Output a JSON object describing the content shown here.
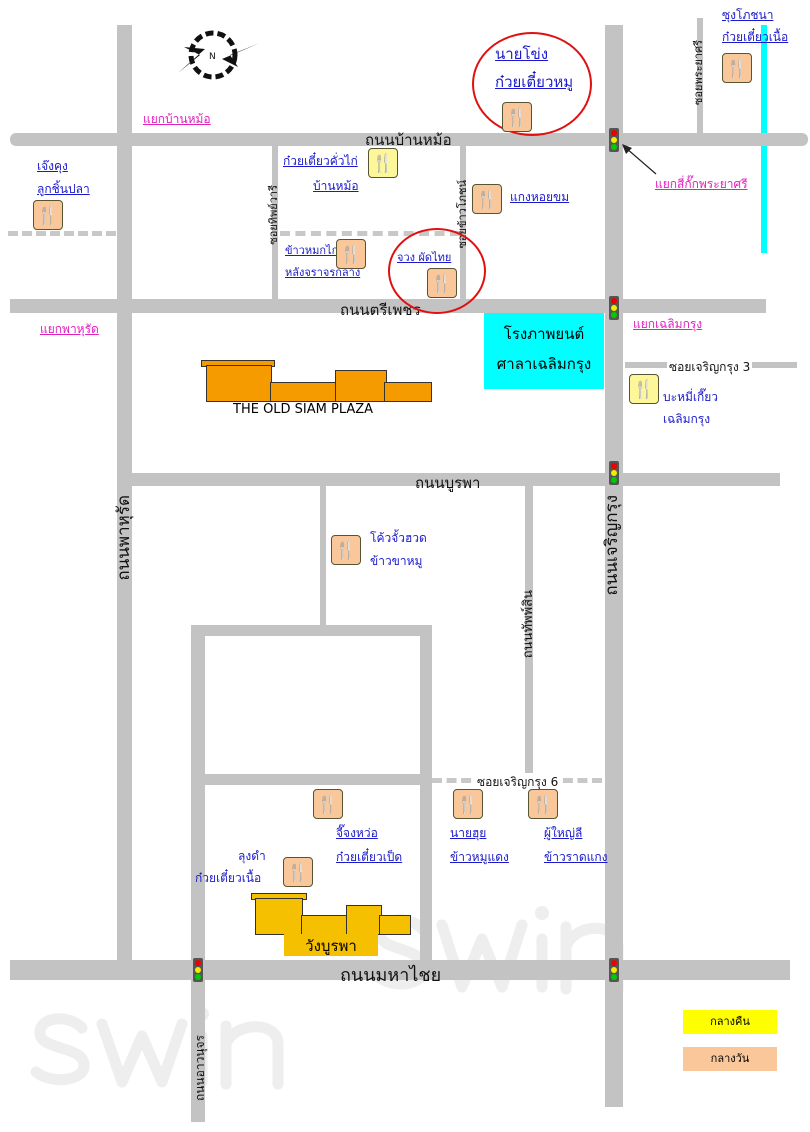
{
  "roads": {
    "ban_mo": "ถนนบ้านหม้อ",
    "tri_phet": "ถนนตรีเพชร",
    "burapha": "ถนนบูรพา",
    "maha_chai": "ถนนมหาไชย",
    "pahurat": "ถนนพาหุรัด",
    "charoen_krung": "ถนนเจริญกรุง",
    "thap": "ถนนทัพพ์สิน",
    "ahanu": "ถนนอาวนุจร",
    "soi_phraya_si": "ซอยพระยาศรี",
    "soi_thip": "ซอยทิพย์วารี",
    "soi_khao": "ซอยข้าวโภชน์",
    "soi_ck3": "ซอยเจริญกรุง 3",
    "soi_ck6": "ซอยเจริญกรุง 6"
  },
  "intersections": {
    "ban_mo": "แยกบ้านหม้อ",
    "phraya_si": "แยกสี่กั๊กพระยาศรี",
    "chaloem_krung": "แยกเฉลิมกรุง",
    "pahurat": "แยกพาหุรัด"
  },
  "landmarks": {
    "cinema_1": "โรงภาพยนต์",
    "cinema_2": "ศาลาเฉลิมกรุง",
    "old_siam": "THE OLD SIAM PLAZA",
    "wang_burapha": "วังบูรพา",
    "compass": "N"
  },
  "restaurants": [
    {
      "l1": "นายโข่ง",
      "l2": "ก๋วยเตี๋ยวหมู"
    },
    {
      "l1": "ซุงโภชนา",
      "l2": "ก๋วยเตี๋ยวเนื้อ"
    },
    {
      "l1": "เจ๊งคุง",
      "l2": "ลูกชิ้นปลา"
    },
    {
      "l1": "ก๋วยเตี๋ยวคั่วไก่",
      "l2": "บ้านหม้อ"
    },
    {
      "l1": "แกงหอยขม"
    },
    {
      "l1": "ข้าวหมกไก่",
      "l2": "หลังจราจรกลาง"
    },
    {
      "l1": "จวง ผัดไทย"
    },
    {
      "l1": "บะหมี่เกี๊ยว",
      "l2": "เฉลิมกรุง"
    },
    {
      "l1": "โค้วจั้วฮวด",
      "l2": "ข้าวขาหมู"
    },
    {
      "l1": "จี๊จงหว่อ",
      "l2": "ก๋วยเตี๋ยวเป็ด"
    },
    {
      "l1": "ลุงดำ",
      "l2": "ก๋วยเตี๋ยวเนื้อ"
    },
    {
      "l1": "นายฮุย",
      "l2": "ข้าวหมูแดง"
    },
    {
      "l1": "ผู้ใหญ่ลี",
      "l2": "ข้าวราดแกง"
    }
  ],
  "legend": {
    "night": "กลางคืน",
    "day": "กลางวัน"
  },
  "watermark": "swin",
  "colors": {
    "road": "#c3c3c3",
    "night": "#ffff00",
    "day": "#f9c79a",
    "canal": "#00ffff",
    "link": "#1a1acc",
    "intersection": "#e020c0"
  }
}
